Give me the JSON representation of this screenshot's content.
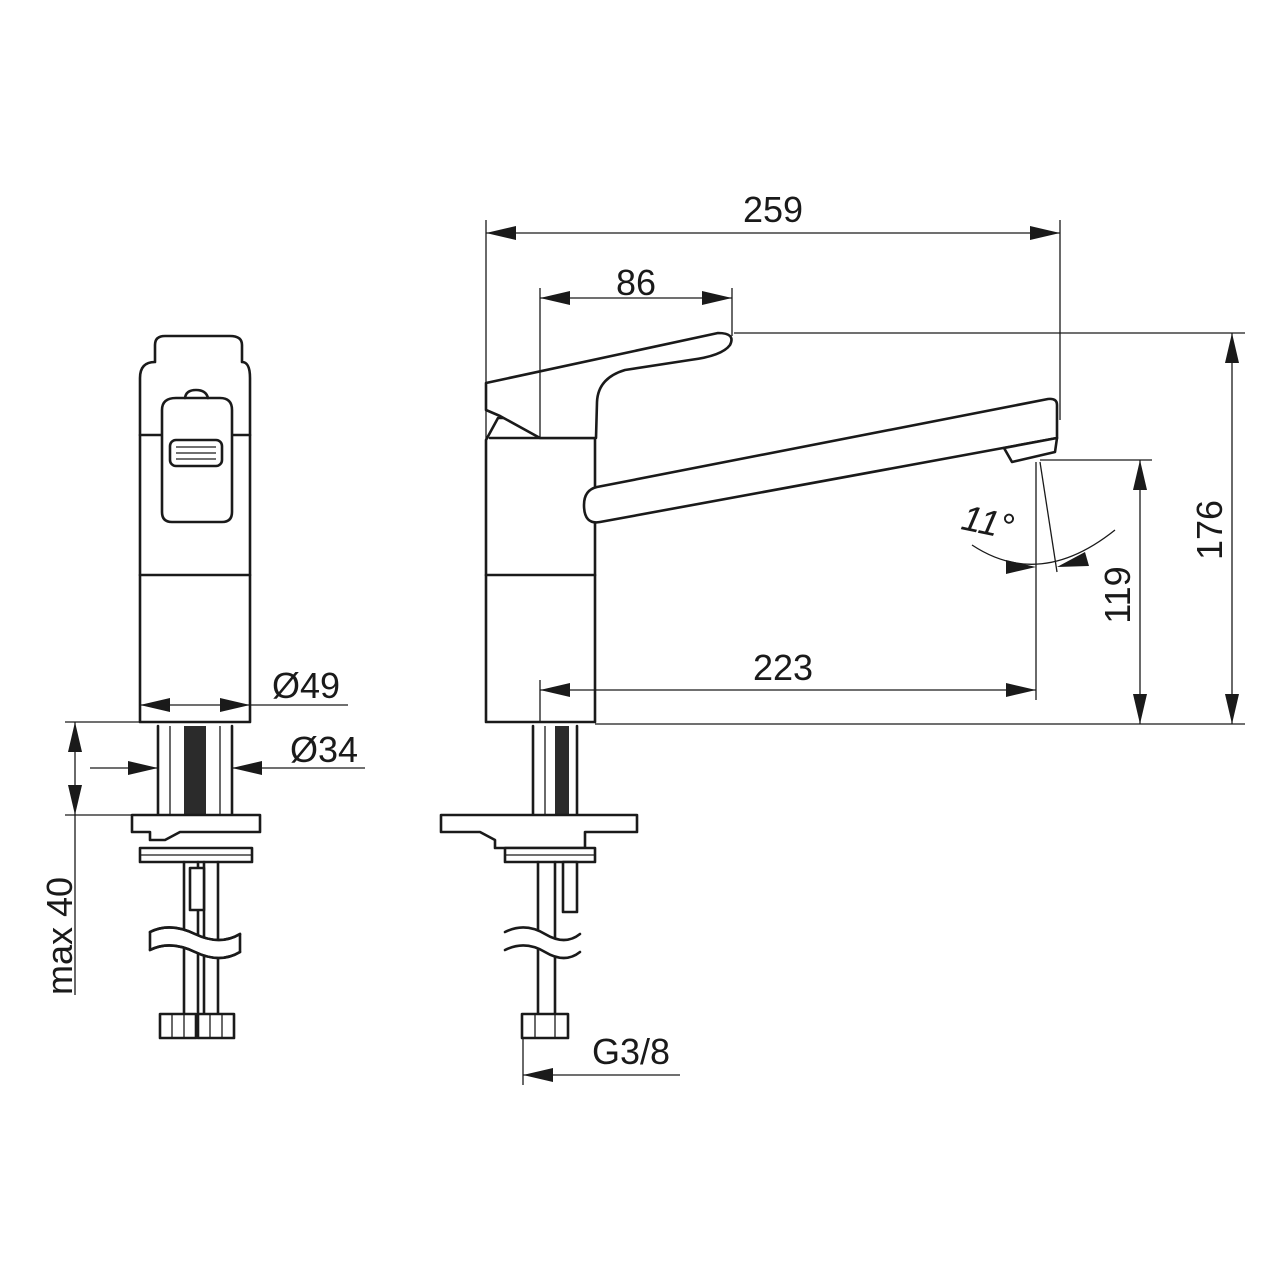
{
  "dimensions": {
    "overall_length": "259",
    "lever_length": "86",
    "total_height": "176",
    "spout_height": "119",
    "spout_reach": "223",
    "swivel_angle": "11°",
    "base_diameter": "Ø49",
    "shank_diameter": "Ø34",
    "deck_thickness": "max 40",
    "connection_thread": "G3/8"
  }
}
